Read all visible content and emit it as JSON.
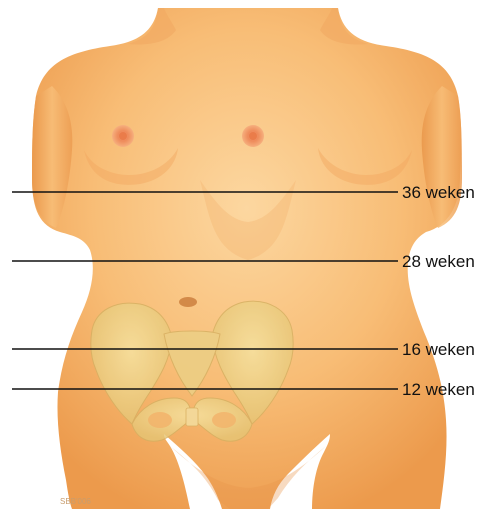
{
  "labels": {
    "week36": "36 weken",
    "week28": "28 weken",
    "week16": "16 weken",
    "week12": "12 weken"
  },
  "credit": "SBB'006",
  "colors": {
    "skin_light": "#fbd49c",
    "skin_mid": "#f7b56a",
    "skin_dark": "#eb9848",
    "bone": "#f1d789",
    "bone_shadow": "#d9b563",
    "areola": "#ef8f5a",
    "line": "#111111"
  }
}
